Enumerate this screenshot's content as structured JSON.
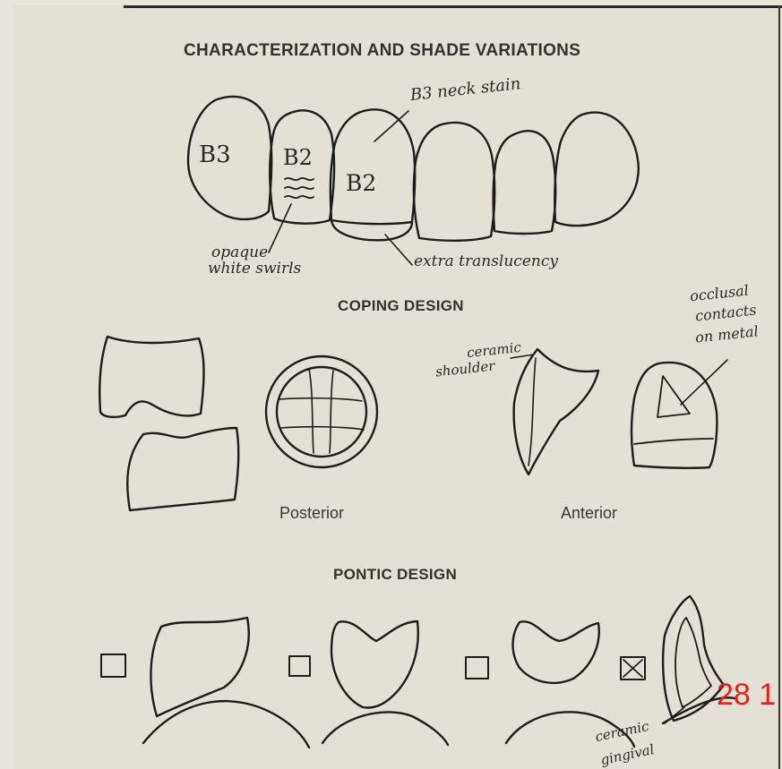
{
  "sections": {
    "shade": "CHARACTERIZATION AND SHADE VARIATIONS",
    "coping": "COPING DESIGN",
    "pontic": "PONTIC DESIGN"
  },
  "captions": {
    "posterior": "Posterior",
    "anterior": "Anterior"
  },
  "handwriting": {
    "tooth_b3": "B3",
    "tooth_b2_small": "B2",
    "tooth_b2_large": "B2",
    "b3_neck_stain": "B3 neck stain",
    "opaque_line1": "opaque",
    "opaque_line2": "white swirls",
    "extra_translucency": "extra translucency",
    "ceramic_shoulder_line1": "ceramic",
    "ceramic_shoulder_line2": "shoulder",
    "occlusal_line1": "occlusal",
    "occlusal_line2": "contacts",
    "occlusal_line3": "on metal",
    "ceramic_gingival_line1": "ceramic",
    "ceramic_gingival_line2": "gingival"
  },
  "date_stamp": "28 1",
  "colors": {
    "ink": "#1e1d1b",
    "stamp": "#e0231b",
    "paper": "#e4e0d6"
  }
}
